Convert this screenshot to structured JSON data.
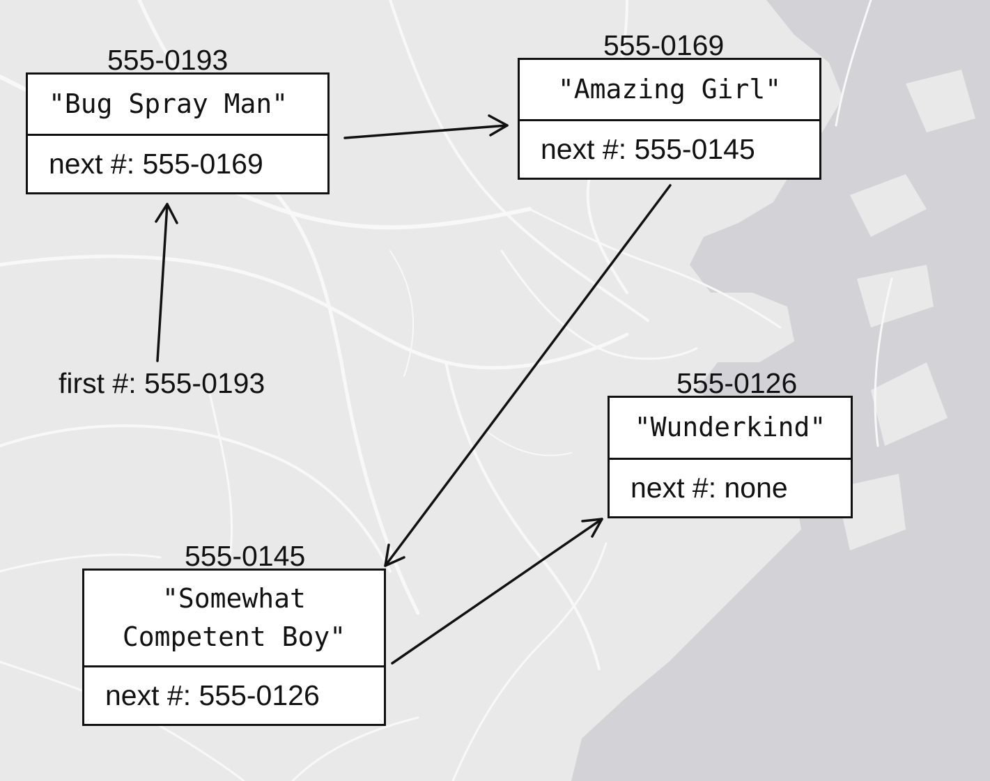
{
  "colors": {
    "land": "#e9e9ea",
    "water": "#d3d3d7",
    "road": "#f8f8f8",
    "ink": "#111111",
    "box_fill": "#ffffff"
  },
  "first_pointer": {
    "label": "first #: 555-0193"
  },
  "nodes": [
    {
      "address": "555-0193",
      "name": "\"Bug Spray Man\"",
      "next": "next #: 555-0169"
    },
    {
      "address": "555-0169",
      "name": "\"Amazing Girl\"",
      "next": "next #: 555-0145"
    },
    {
      "address": "555-0145",
      "name": "\"Somewhat\nCompetent Boy\"",
      "next": "next #: 555-0126"
    },
    {
      "address": "555-0126",
      "name": "\"Wunderkind\"",
      "next": "next #: none"
    }
  ]
}
